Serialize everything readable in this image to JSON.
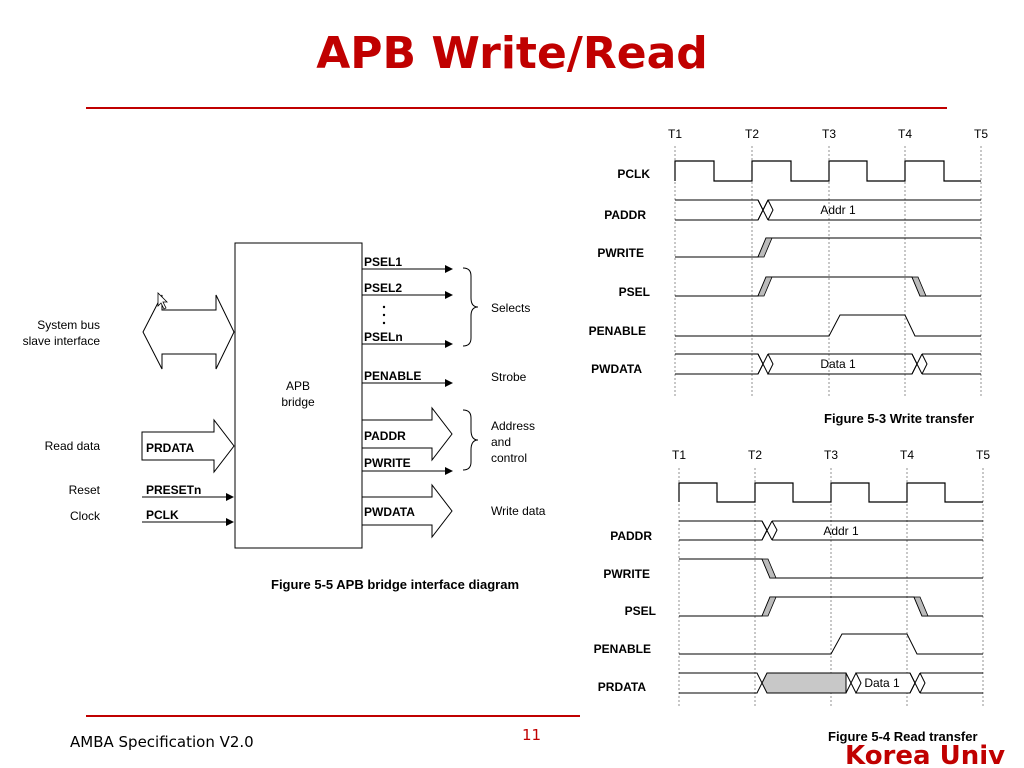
{
  "slide": {
    "title": "APB Write/Read",
    "footer_left": "AMBA Specification V2.0",
    "page_number": "11",
    "footer_brand": "Korea Univ",
    "accent_color": "#c00000"
  },
  "bridge": {
    "box_label_line1": "APB",
    "box_label_line2": "bridge",
    "left_labels": {
      "system_bus_line1": "System bus",
      "system_bus_line2": "slave interface",
      "read_data": "Read data",
      "reset": "Reset",
      "clock": "Clock"
    },
    "inputs": {
      "prdata": "PRDATA",
      "presetn": "PRESETn",
      "pclk": "PCLK"
    },
    "outputs": {
      "psel1": "PSEL1",
      "psel2": "PSEL2",
      "dots": "·\n·\n·",
      "pseln": "PSELn",
      "penable": "PENABLE",
      "paddr": "PADDR",
      "pwrite": "PWRITE",
      "pwdata": "PWDATA"
    },
    "right_labels": {
      "selects": "Selects",
      "strobe": "Strobe",
      "addr_ctrl_line1": "Address",
      "addr_ctrl_line2": "and",
      "addr_ctrl_line3": "control",
      "write_data": "Write data"
    },
    "caption": "Figure 5-5 APB bridge interface diagram"
  },
  "write_transfer": {
    "times": [
      "T1",
      "T2",
      "T3",
      "T4",
      "T5"
    ],
    "signals": [
      "PCLK",
      "PADDR",
      "PWRITE",
      "PSEL",
      "PENABLE",
      "PWDATA"
    ],
    "addr_value": "Addr 1",
    "data_value": "Data 1",
    "caption": "Figure 5-3 Write transfer"
  },
  "read_transfer": {
    "times": [
      "T1",
      "T2",
      "T3",
      "T4",
      "T5"
    ],
    "signals": [
      "PADDR",
      "PWRITE",
      "PSEL",
      "PENABLE",
      "PRDATA"
    ],
    "addr_value": "Addr 1",
    "data_value": "Data 1",
    "caption": "Figure 5-4 Read transfer"
  }
}
